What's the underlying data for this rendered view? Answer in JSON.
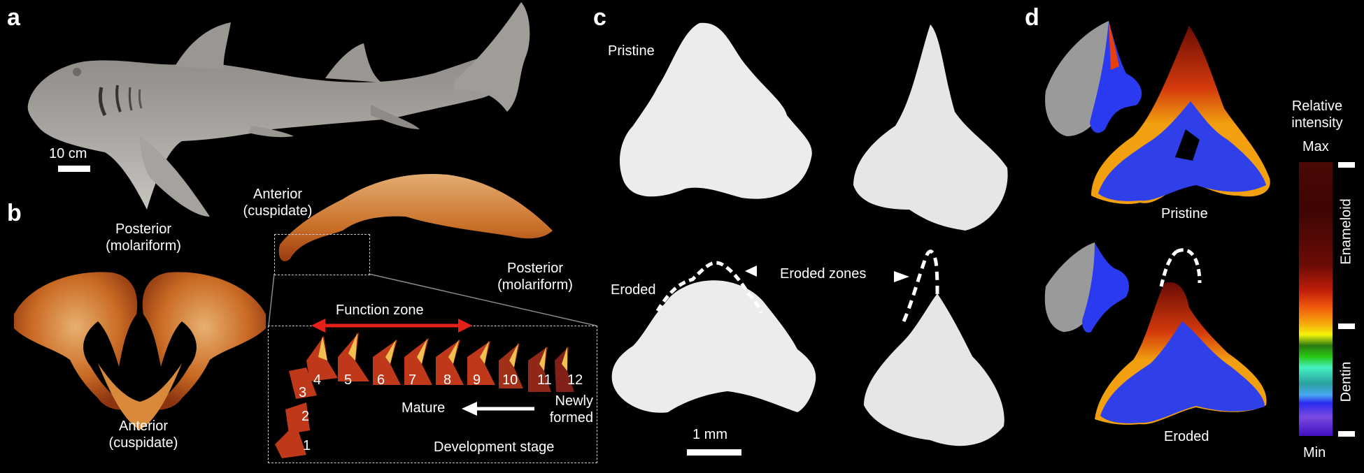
{
  "figure": {
    "panels": {
      "a": {
        "letter": "a",
        "scale_bar": "10 cm"
      },
      "b": {
        "letter": "b",
        "jaw_front": {
          "top_label_line1": "Posterior",
          "top_label_line2": "(molariform)",
          "bottom_label_line1": "Anterior",
          "bottom_label_line2": "(cuspidate)"
        },
        "jaw_side": {
          "anterior_line1": "Anterior",
          "anterior_line2": "(cuspidate)",
          "posterior_line1": "Posterior",
          "posterior_line2": "(molariform)"
        },
        "inset": {
          "function_zone": "Function zone",
          "tooth_numbers": [
            "1",
            "2",
            "3",
            "4",
            "5",
            "6",
            "7",
            "8",
            "9",
            "10",
            "11",
            "12"
          ],
          "mature": "Mature",
          "newly_line1": "Newly",
          "newly_line2": "formed",
          "development_stage": "Development stage",
          "arrow_color": "#e8201a"
        }
      },
      "c": {
        "letter": "c",
        "pristine": "Pristine",
        "eroded": "Eroded",
        "eroded_zones": "Eroded zones",
        "scale_bar": "1 mm"
      },
      "d": {
        "letter": "d",
        "pristine": "Pristine",
        "eroded": "Eroded",
        "colorbar": {
          "title_line1": "Relative",
          "title_line2": "intensity",
          "max": "Max",
          "min": "Min",
          "upper_region": "Enameloid",
          "lower_region": "Dentin"
        }
      }
    }
  }
}
